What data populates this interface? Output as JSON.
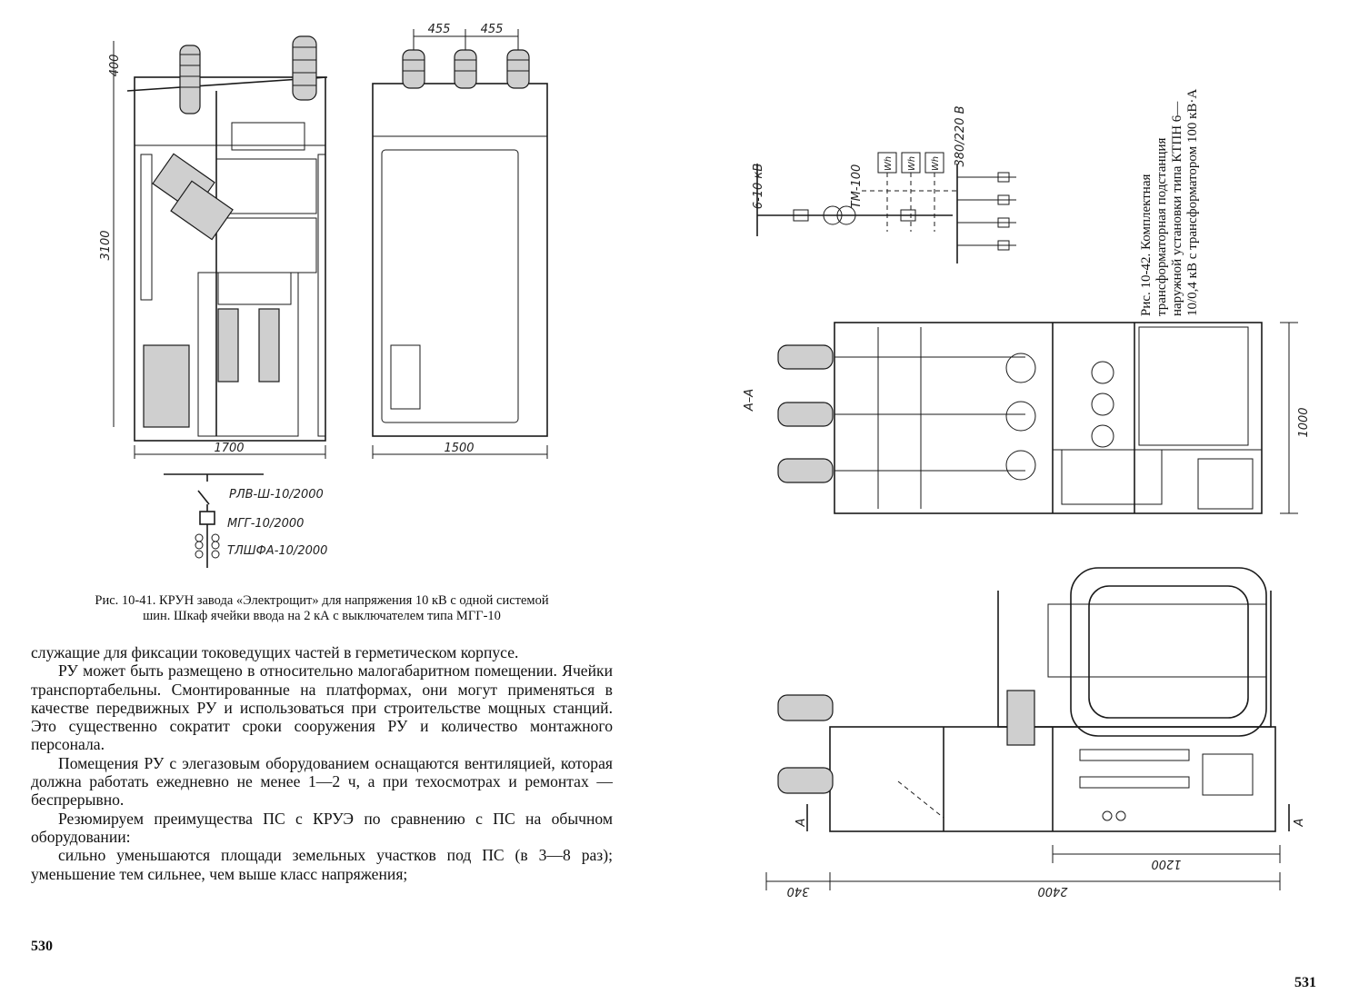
{
  "left": {
    "fig41": {
      "dims": {
        "d400": "400",
        "d3100": "3100",
        "d455a": "455",
        "d455b": "455",
        "d1700": "1700",
        "d1500": "1500"
      },
      "labels": {
        "rlv": "РЛВ-Ш-10/2000",
        "mgg": "МГГ-10/2000",
        "tlshfa": "ТЛШФА-10/2000"
      },
      "caption_line1": "Рис. 10-41. КРУН завода «Электрощит» для напряжения 10 кВ с одной системой",
      "caption_line2": "шин. Шкаф ячейки ввода на 2 кА с выключателем типа МГГ-10"
    },
    "body": {
      "p1": "служащие для фиксации токоведущих частей в герметическом корпусе.",
      "p2": "РУ может быть размещено в относительно малогабаритном помещении. Ячейки транспортабельны. Смонтированные на платформах, они могут применяться в качестве передвижных РУ и использоваться при строительстве мощных станций. Это существенно сократит сроки сооружения РУ и количество монтажного персонала.",
      "p3": "Помещения РУ с элегазовым оборудованием оснащаются вентиляцией, которая должна работать ежедневно не менее 1—2 ч, а при техосмотрах и ремонтах — беспрерывно.",
      "p4": "Резюмируем преимущества ПС с КРУЭ по сравнению с ПС на обычном оборудовании:",
      "p5": "сильно уменьшаются площади земельных участков под ПС (в 3—8 раз); уменьшение тем сильнее, чем выше класс напряжения;"
    },
    "page_number": "530"
  },
  "right": {
    "fig42": {
      "caption": "Рис. 10-42. Комплектная трансформаторная подстанция наружной установки типа КТПН 6—10/0,4 кВ с трансформатором 100 кВ·А",
      "labels": {
        "v610": "6-10 кВ",
        "tm100": "ТМ-100",
        "v380": "380/220 В",
        "wh1": "Wh",
        "wh2": "Wh",
        "wh3": "Wh",
        "section": "А–А",
        "arrowA1": "А",
        "arrowA2": "А"
      },
      "dims": {
        "d1000": "1000",
        "d1200": "1200",
        "d340": "340",
        "d2400": "2400"
      }
    },
    "page_number": "531"
  }
}
